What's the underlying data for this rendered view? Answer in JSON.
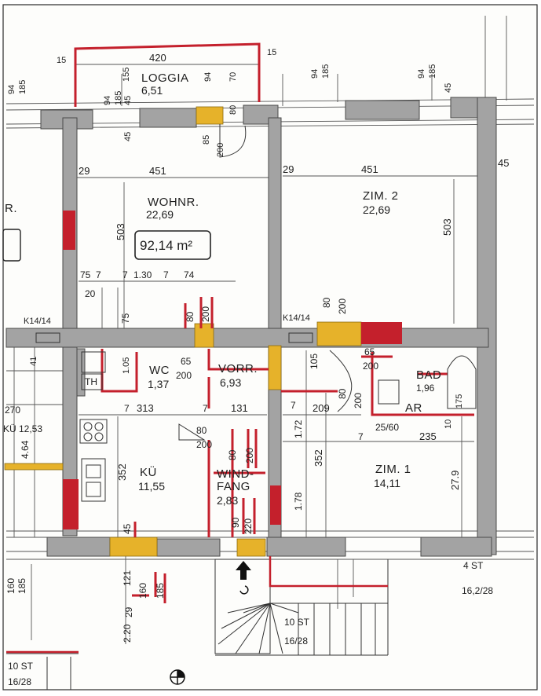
{
  "plan": {
    "total_area": "92,14 m²",
    "rooms": {
      "loggia": {
        "label": "LOGGIA",
        "area": "6,51"
      },
      "wohnr": {
        "label": "WOHNR.",
        "area": "22,69"
      },
      "zim2": {
        "label": "ZIM. 2",
        "area": "22,69"
      },
      "wc": {
        "label": "WC",
        "area": "1,37"
      },
      "vorr": {
        "label": "VORR.",
        "area": "6,93"
      },
      "bad": {
        "label": "BAD",
        "area": "1,96"
      },
      "ar": {
        "label": "AR"
      },
      "kue": {
        "label": "KÜ",
        "area": "11,55"
      },
      "windfang": {
        "label_line1": "WIND-",
        "label_line2": "FANG",
        "area": "2,83"
      },
      "zim1": {
        "label": "ZIM. 1",
        "area": "14,11"
      },
      "th": {
        "label": "TH"
      }
    },
    "neighbor_room": {
      "label": "KÜ",
      "area": "12,53"
    },
    "left_edge_label": "R.",
    "chimney_labels": [
      "K14/14",
      "K14/14"
    ],
    "stairs": [
      {
        "label": "10 ST",
        "steps": "16/28"
      },
      {
        "label": "10 ST",
        "steps": "16/28"
      },
      {
        "label": "4 ST",
        "steps": "16,2/28"
      }
    ],
    "dimensions": [
      "420",
      "15",
      "15",
      "94",
      "185",
      "155",
      "94",
      "185",
      "45",
      "94",
      "185",
      "94",
      "185",
      "70",
      "94",
      "45",
      "45",
      "85",
      "200",
      "80",
      "29",
      "451",
      "29",
      "451",
      "45",
      "503",
      "503",
      "75",
      "7",
      "7",
      "1.30",
      "7",
      "74",
      "20",
      "75",
      "80",
      "200",
      "80",
      "200",
      "41",
      "1.05",
      "65",
      "200",
      "105",
      "80",
      "200",
      "65",
      "200",
      "175",
      "7",
      "313",
      "7",
      "131",
      "7",
      "209",
      "7",
      "25/60",
      "235",
      "10",
      "270",
      "4.64",
      "352",
      "1.72",
      "352",
      "27.9",
      "80",
      "200",
      "80",
      "200",
      "1.78",
      "90",
      "220",
      "45",
      "160",
      "185",
      "121",
      "160",
      "185",
      "2.20",
      "29"
    ]
  }
}
